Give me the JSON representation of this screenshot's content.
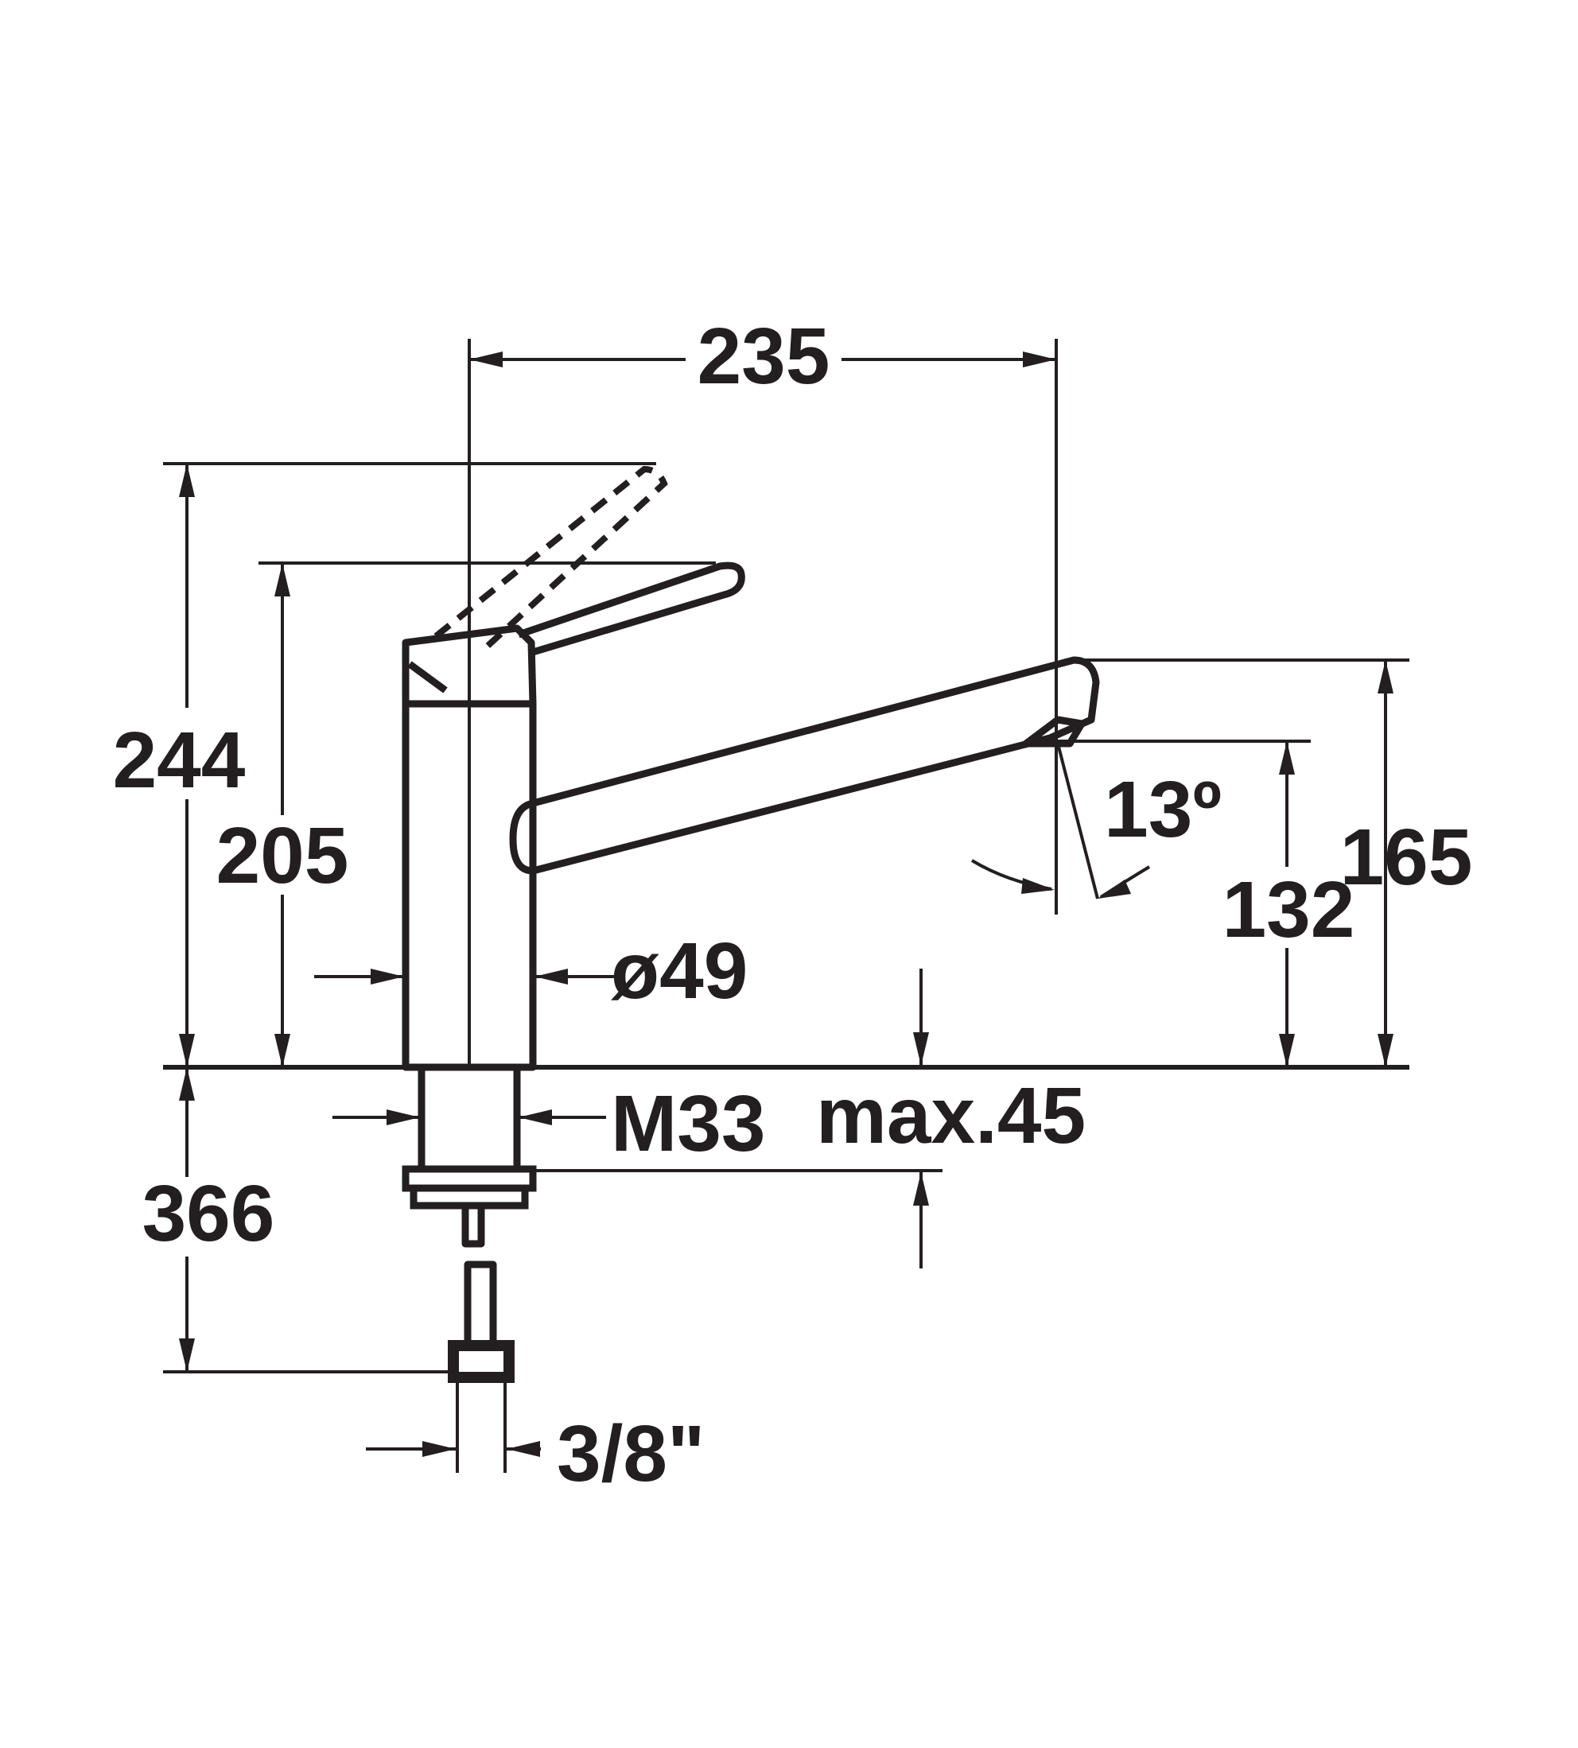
{
  "figure": {
    "type": "technical-dimension-drawing",
    "colors": {
      "ink": "#231f20",
      "background": "#ffffff"
    }
  },
  "dimensions": {
    "spout_reach": "235",
    "lever_top_height": "244",
    "body_height": "205",
    "spout_outer_height": "165",
    "spout_inner_height": "132",
    "spout_angle": "13º",
    "body_diameter": "ø49",
    "thread": "M33",
    "max_counter_thickness": "max.45",
    "below_counter_length": "366",
    "connection_size": "3/8\""
  }
}
